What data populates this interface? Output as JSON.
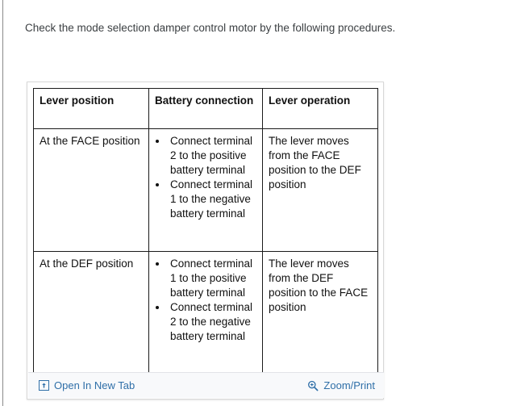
{
  "page": {
    "intro_text": "Check the mode selection damper control motor by the following procedures."
  },
  "figure": {
    "table": {
      "headers": [
        "Lever position",
        "Battery connection",
        "Lever operation"
      ],
      "rows": [
        {
          "lever_position": "At the FACE position",
          "battery_connection": [
            "Connect terminal 2 to the positive battery terminal",
            "Connect terminal 1 to the negative battery terminal"
          ],
          "lever_operation": "The lever moves from the FACE position to the DEF position"
        },
        {
          "lever_position": "At the DEF position",
          "battery_connection": [
            "Connect terminal 1 to the positive battery terminal",
            "Connect terminal 2 to the negative battery terminal"
          ],
          "lever_operation": "The lever moves from the DEF position to the FACE position"
        }
      ]
    },
    "toolbar": {
      "open_label": "Open In New Tab",
      "open_icon": "open-in-new-tab-icon",
      "zoom_label": "Zoom/Print",
      "zoom_icon": "magnifier-plus-icon"
    }
  },
  "colors": {
    "link": "#2f6fa8",
    "table_border": "#1a1a1a",
    "frame_border": "#d8d8d8",
    "toolbar_bg": "#f8f9fb",
    "body_text": "#3c4043"
  }
}
